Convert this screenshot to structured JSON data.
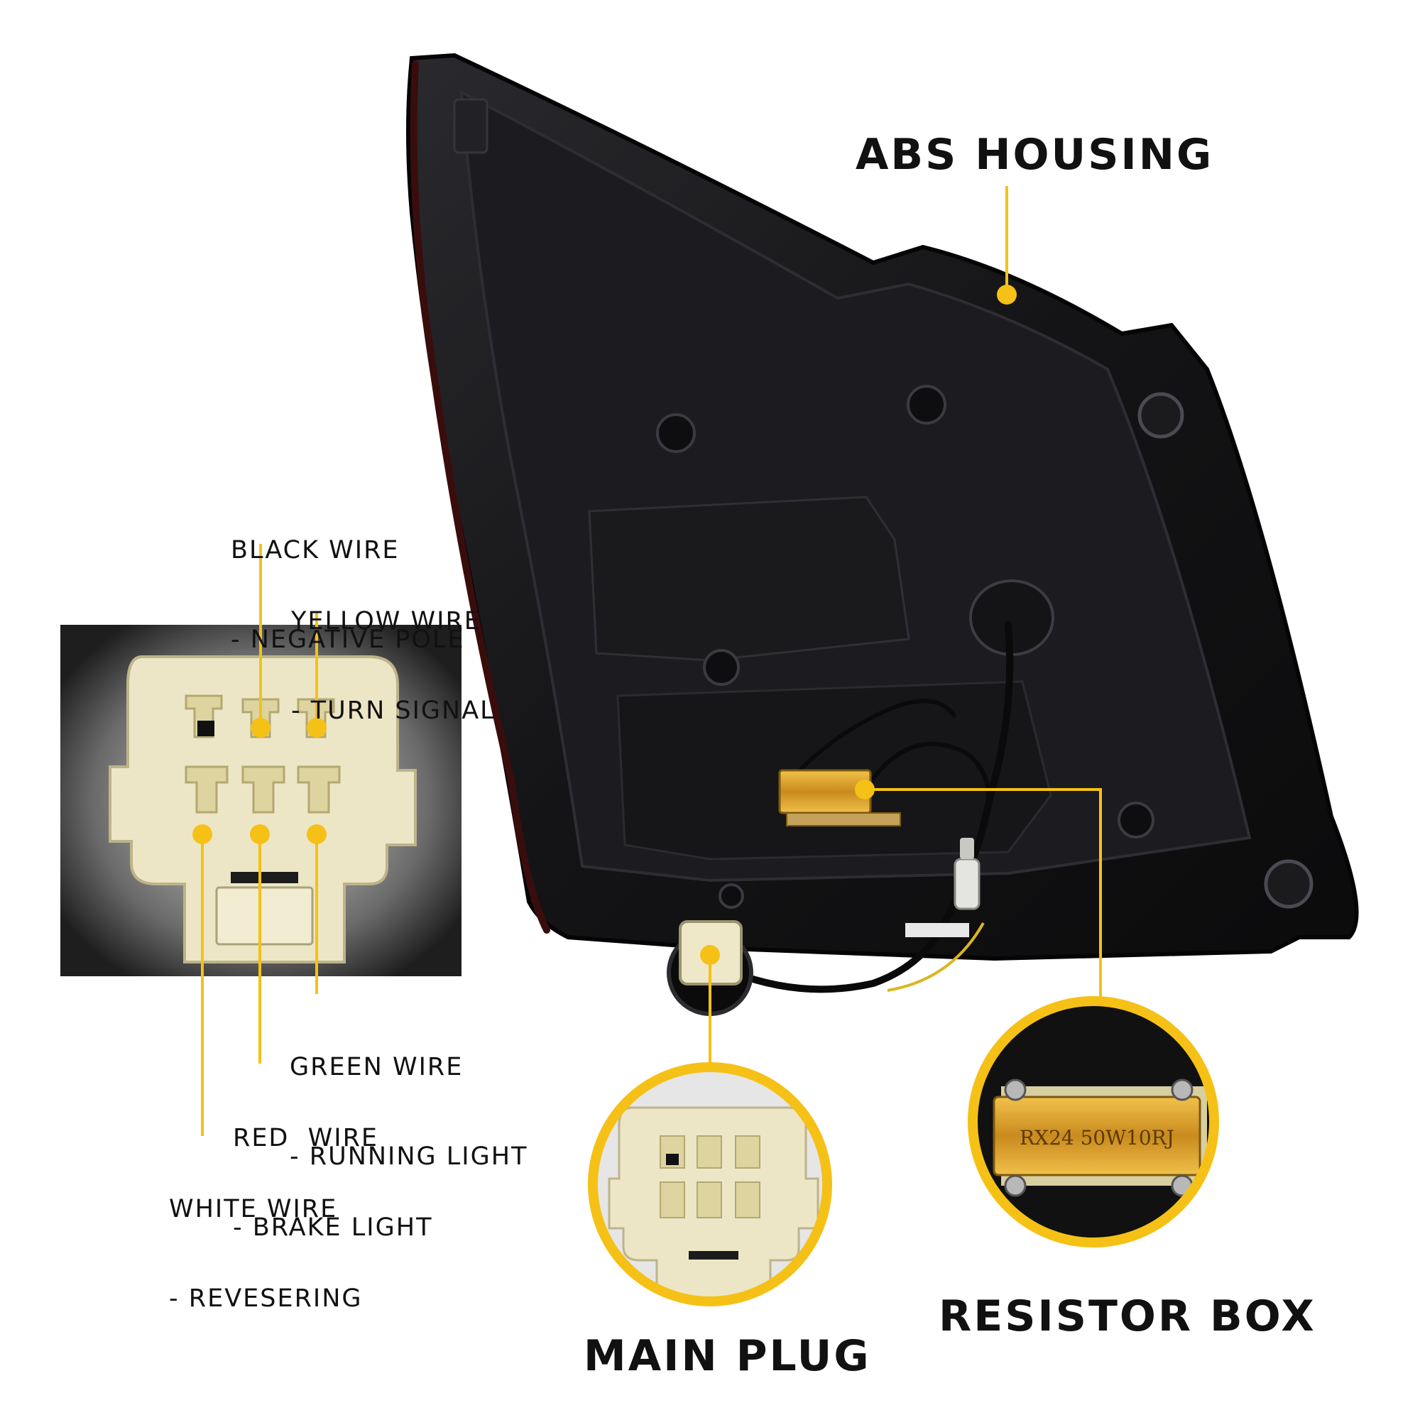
{
  "colors": {
    "accent": "#F5C116",
    "housing_dark": "#17171a",
    "connector": "#ECE7C4",
    "resistor_gold": "#D9A12A",
    "background": "#ffffff"
  },
  "labels": {
    "abs_housing": "ABS HOUSING",
    "main_plug": "MAIN PLUG",
    "resistor_box": "RESISTOR BOX",
    "black_wire": {
      "line1": "BLACK WIRE",
      "line2": "- NEGATIVE POLE"
    },
    "yellow_wire": {
      "line1": "YELLOW WIRE",
      "line2": "- TURN SIGNAL"
    },
    "green_wire": {
      "line1": "GREEN WIRE",
      "line2": "- RUNNING LIGHT"
    },
    "red_wire": {
      "line1": "RED  WIRE",
      "line2": "- BRAKE LIGHT"
    },
    "white_wire": {
      "line1": "WHITE WIRE",
      "line2": "- REVESERING"
    }
  },
  "resistor_code": "RX24  50W10RJ"
}
